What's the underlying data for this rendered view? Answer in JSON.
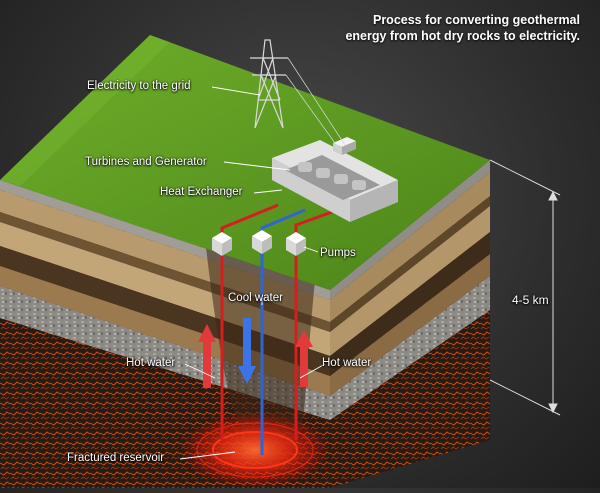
{
  "title": {
    "line1": "Process for converting geothermal",
    "line2": "energy from hot dry rocks to electricity."
  },
  "labels": {
    "grid": "Electricity to the grid",
    "turbines": "Turbines and Generator",
    "heat_exchanger": "Heat Exchanger",
    "pumps": "Pumps",
    "cool_water": "Cool water",
    "hot_water_left": "Hot water",
    "hot_water_right": "Hot water",
    "reservoir": "Fractured reservoir",
    "depth": "4-5 km"
  },
  "colors": {
    "grass": "#5f9a22",
    "hot_pipe": "#d61e1e",
    "cool_pipe": "#2e64d8",
    "reservoir_glow": "#ff2a10",
    "background": "#333333"
  }
}
